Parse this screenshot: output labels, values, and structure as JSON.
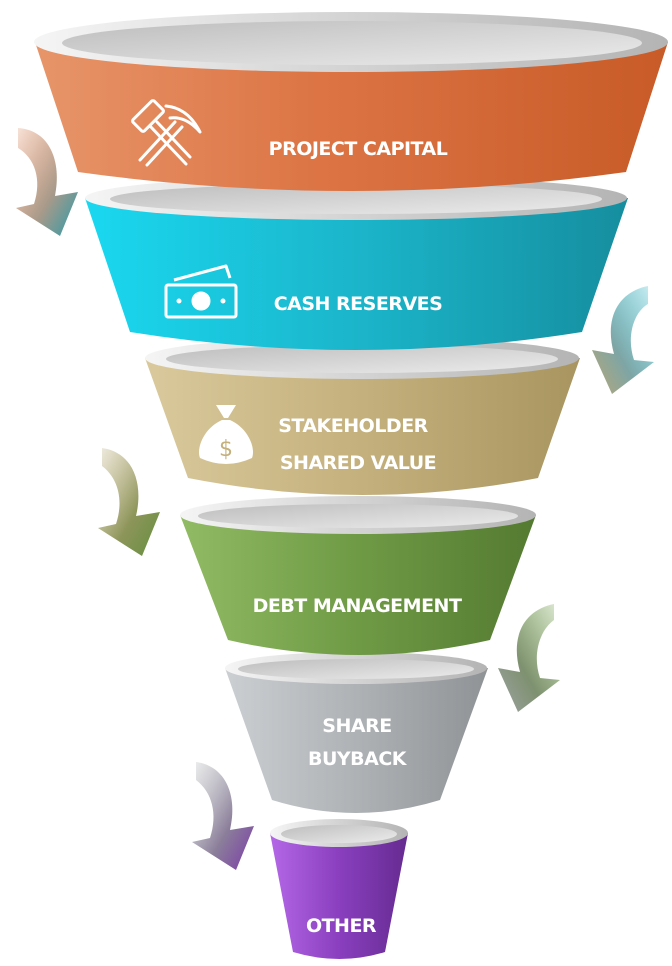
{
  "funnel": {
    "stages": [
      {
        "lines": [
          "PROJECT CAPITAL"
        ],
        "color": "#d9693a",
        "icon": "hammer-pick-icon"
      },
      {
        "lines": [
          "CASH RESERVES"
        ],
        "color": "#1db7cc",
        "icon": "cash-icon"
      },
      {
        "lines": [
          "STAKEHOLDER",
          "SHARED VALUE"
        ],
        "color": "#c4b07c",
        "icon": "money-bag-icon"
      },
      {
        "lines": [
          "DEBT MANAGEMENT"
        ],
        "color": "#6f9a45",
        "icon": ""
      },
      {
        "lines": [
          "SHARE",
          "BUYBACK"
        ],
        "color": "#a9adb0",
        "icon": ""
      },
      {
        "lines": [
          "OTHER"
        ],
        "color": "#8a3fbf",
        "icon": ""
      }
    ]
  }
}
